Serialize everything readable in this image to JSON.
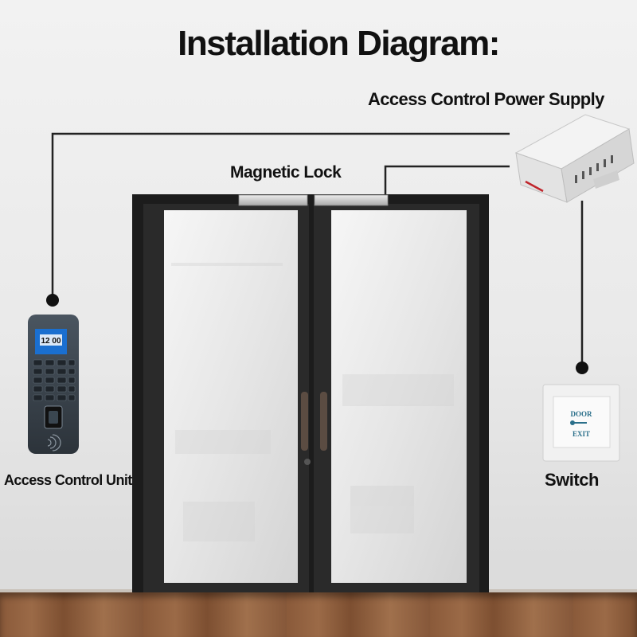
{
  "title": "Installation Diagram:",
  "labels": {
    "power_supply": "Access Control Power Supply",
    "magnetic_lock": "Magnetic Lock",
    "access_control_unit": "Access Control Unit",
    "switch": "Switch"
  },
  "keypad_display": "12 00",
  "exit_button": {
    "top_text": "DOOR",
    "bottom_text": "EXIT"
  },
  "colors": {
    "door_frame": "#1c1c1c",
    "wire": "#222222",
    "floor": "#8a5a3a",
    "exit_button_text": "#2a6f8a"
  }
}
